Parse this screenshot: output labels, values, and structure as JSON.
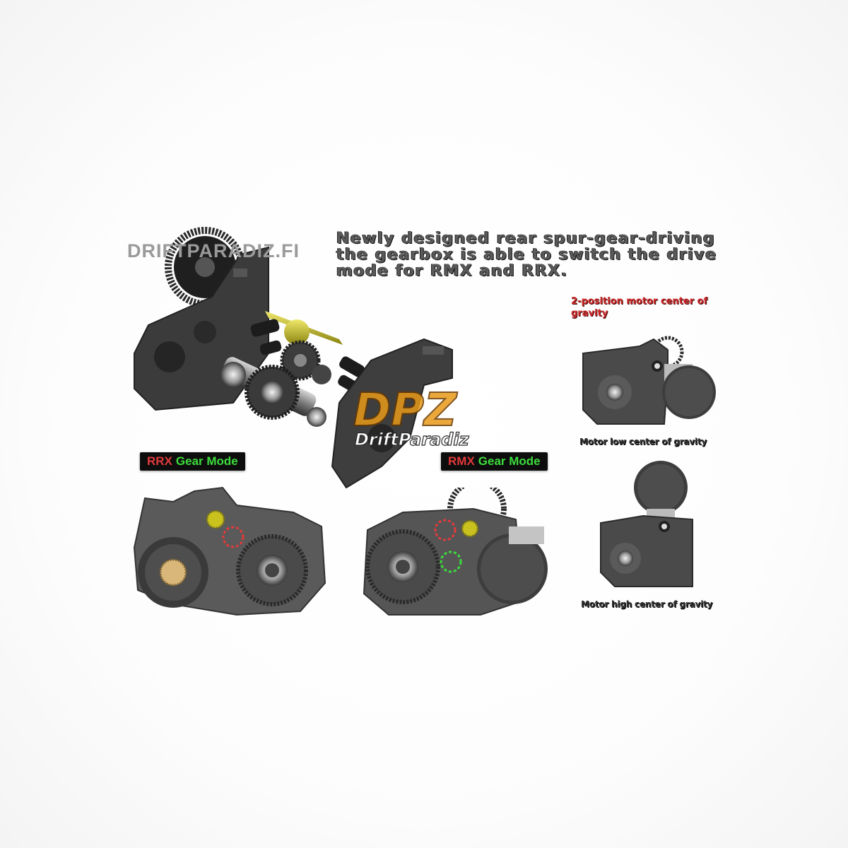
{
  "watermark": "DRIFTPARADIZ.FI",
  "headline": [
    "Newly designed rear spur-gear-driving",
    "the gearbox is able to switch the drive",
    "mode for RMX and RRX."
  ],
  "callout": "2-position motor center of gravity",
  "captions": {
    "low": "Motor low center of gravity",
    "high": "Motor high center of gravity"
  },
  "modes": {
    "rrx": {
      "prefix": "RRX",
      "suffix": "Gear Mode"
    },
    "rmx": {
      "prefix": "RMX",
      "suffix": "Gear Mode"
    }
  },
  "logo": {
    "mark": "DPZ",
    "wordmark": "DriftParadiz"
  },
  "colors": {
    "housing": "#4a4a4a",
    "housing_dark": "#2c2c2c",
    "gold_gear": "#c9c21e",
    "mode_red": "#e23a3a",
    "mode_green": "#3ddc3d",
    "logo_orange": "#e89a1a"
  }
}
